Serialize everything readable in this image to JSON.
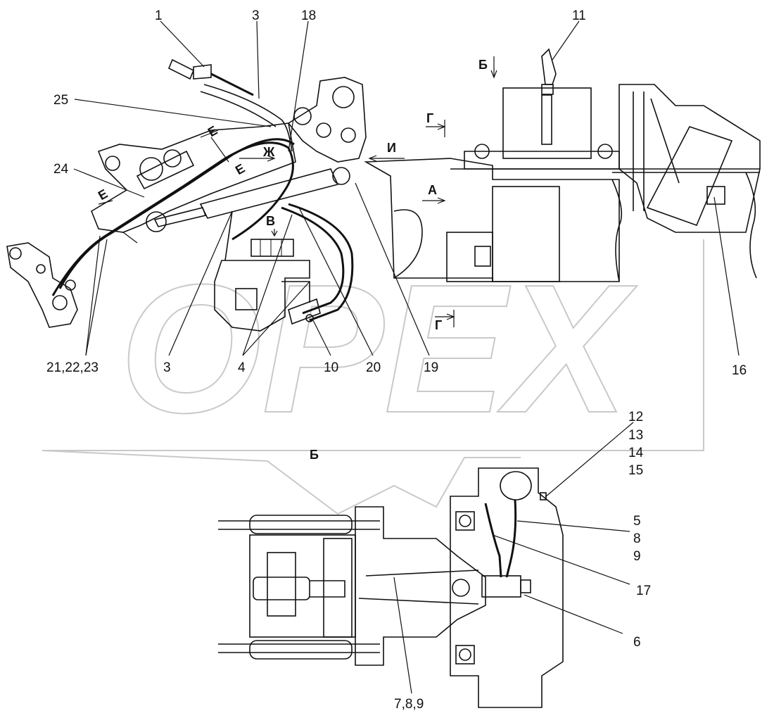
{
  "watermark": "OPEX",
  "section_marks": {
    "b_top": "Б",
    "g_top": "Г",
    "g_bottom": "Г",
    "i": "И",
    "zh": "Ж",
    "a": "А",
    "v": "В",
    "e1": "Е",
    "e2": "Е",
    "e3": "Е",
    "b_view": "Б"
  },
  "callouts": {
    "c1": "1",
    "c3_top": "3",
    "c18": "18",
    "c11": "11",
    "c25": "25",
    "c24": "24",
    "c21_22_23": "21,22,23",
    "c3_bottom": "3",
    "c4": "4",
    "c10": "10",
    "c20": "20",
    "c19": "19",
    "c16": "16",
    "c12": "12",
    "c13": "13",
    "c14": "14",
    "c15": "15",
    "c5": "5",
    "c8": "8",
    "c9": "9",
    "c17": "17",
    "c6": "6",
    "c7_8_9": "7,8,9"
  }
}
